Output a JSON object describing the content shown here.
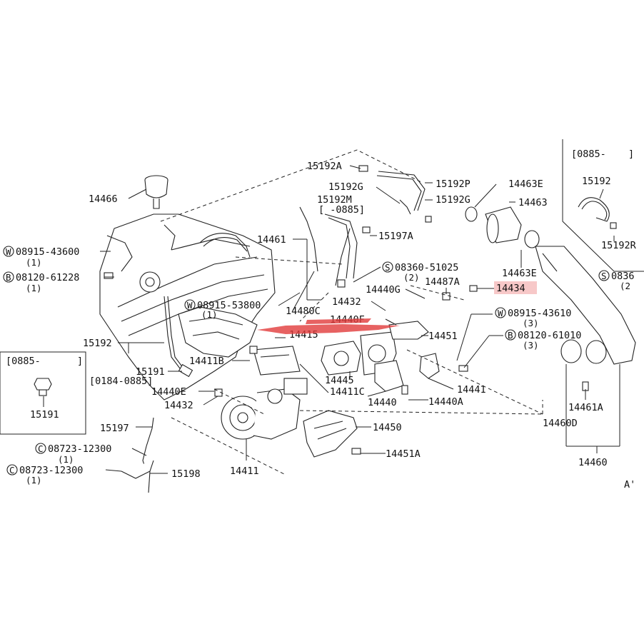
{
  "diagram": {
    "highlight_color": "#f7c8c8",
    "watermark_color": "#e23b3b",
    "labels": {
      "l14466": "14466",
      "l08915_43600": "08915-43600",
      "l08915_43600_q": "(1)",
      "l08120_61228": "08120-61228",
      "l08120_61228_q": "(1)",
      "l15192": "15192",
      "l15191": "15191",
      "l0184_0885": "[0184-0885]",
      "l14440E": "14440E",
      "l14432a": "14432",
      "l15197": "15197",
      "l08723_12300a": "08723-12300",
      "l08723_12300a_q": "(1)",
      "l08723_12300b": "08723-12300",
      "l08723_12300b_q": "(1)",
      "l15198": "15198",
      "l14411": "14411",
      "l14411B": "14411B",
      "l14411C": "14411C",
      "l08915_53800": "08915-53800",
      "l08915_53800_q": "(1)",
      "l14461": "14461",
      "l14480C": "14480C",
      "l14415": "14415",
      "l14445": "14445",
      "l14440": "14440",
      "l14440A": "14440A",
      "l14450": "14450",
      "l14451A": "14451A",
      "l14441": "14441",
      "l14451": "14451",
      "l14440F": "14440F",
      "l14432b": "14432",
      "l14440G": "14440G",
      "l08360_51025": "08360-51025",
      "l08360_51025_q": "(2)",
      "l14487A": "14487A",
      "l14434": "14434",
      "l15192A": "15192A",
      "l15192G_a": "15192G",
      "l15192M": "15192M",
      "l0885a": "[ -0885]",
      "l15197A": "15197A",
      "l15192P": "15192P",
      "l15192G_b": "15192G",
      "l14463E_a": "14463E",
      "l14463": "14463",
      "l14463E_b": "14463E",
      "l08915_43610": "08915-43610",
      "l08915_43610_q": "(3)",
      "l08120_61010": "08120-61010",
      "l08120_61010_q": "(3)",
      "l14461A": "14461A",
      "l14460D": "14460D",
      "l14460": "14460",
      "l0885b": "[0885-",
      "l0885b_close": "]",
      "l15192_inset": "15192",
      "l15192R": "15192R",
      "l0836": "0836",
      "l0836_q": "(2",
      "box_bracket": "[0885-",
      "box_bracket_close": "]",
      "box_15191": "15191",
      "code": "A'"
    },
    "circle_letters": {
      "w": "W",
      "b": "B",
      "s": "S",
      "c": "C"
    }
  }
}
